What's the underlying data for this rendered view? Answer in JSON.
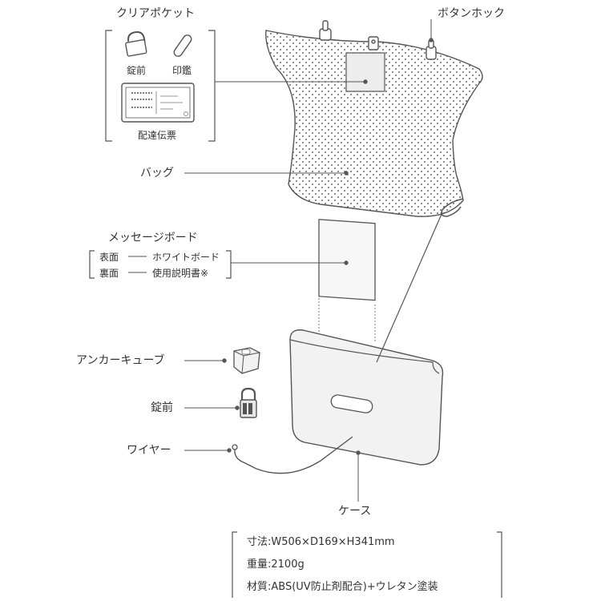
{
  "labels": {
    "clear_pocket": "クリアポケット",
    "padlock_small": "錠前",
    "seal": "印鑑",
    "delivery_slip": "配達伝票",
    "button_hook": "ボタンホック",
    "bag": "バッグ",
    "message_board": "メッセージボード",
    "front_label": "表面",
    "front_value": "ホワイトボード",
    "back_label": "裏面",
    "back_value": "使用説明書※",
    "anchor_cube": "アンカーキューブ",
    "padlock": "錠前",
    "wire": "ワイヤー",
    "case": "ケース"
  },
  "specs": {
    "dimensions": "寸法:W506×D169×H341mm",
    "weight": "重量:2100g",
    "material": "材質:ABS(UV防止剤配合)+ウレタン塗装"
  },
  "colors": {
    "line": "#555555",
    "dot": "#6a6a6a",
    "fill_gray": "#efefef",
    "fill_light": "#f6f6f6"
  }
}
